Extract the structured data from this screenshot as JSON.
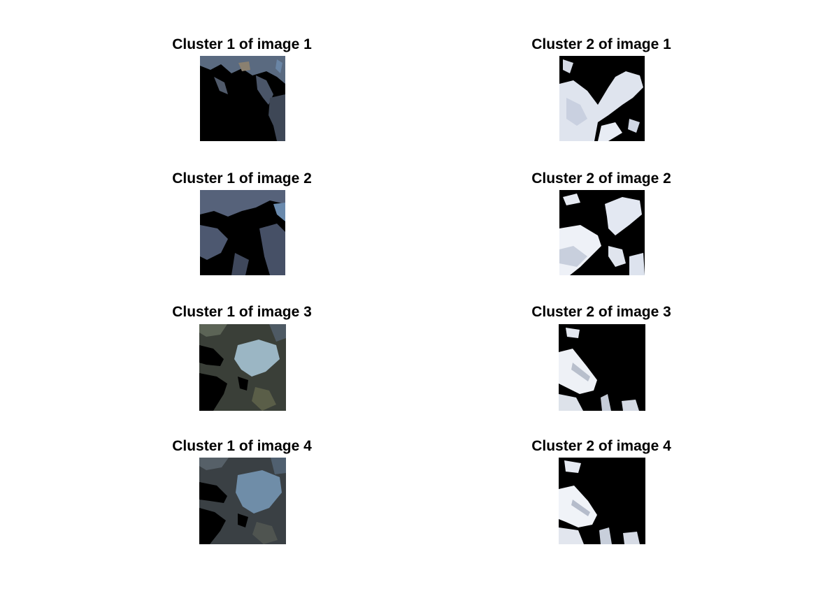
{
  "figure": {
    "background": "#ffffff",
    "panels": [
      {
        "title": "Cluster 1 of image 1",
        "cluster": 1,
        "image": 1,
        "palette": "dark-rock-1"
      },
      {
        "title": "Cluster 2 of image 1",
        "cluster": 2,
        "image": 1,
        "palette": "ice-1"
      },
      {
        "title": "Cluster 1 of image 2",
        "cluster": 1,
        "image": 2,
        "palette": "dark-rock-2"
      },
      {
        "title": "Cluster 2 of image 2",
        "cluster": 2,
        "image": 2,
        "palette": "ice-2"
      },
      {
        "title": "Cluster 1 of image 3",
        "cluster": 1,
        "image": 3,
        "palette": "rock-lake-3"
      },
      {
        "title": "Cluster 2 of image 3",
        "cluster": 2,
        "image": 3,
        "palette": "ice-3"
      },
      {
        "title": "Cluster 1 of image 4",
        "cluster": 1,
        "image": 4,
        "palette": "rock-lake-4"
      },
      {
        "title": "Cluster 2 of image 4",
        "cluster": 2,
        "image": 4,
        "palette": "ice-4"
      }
    ]
  }
}
